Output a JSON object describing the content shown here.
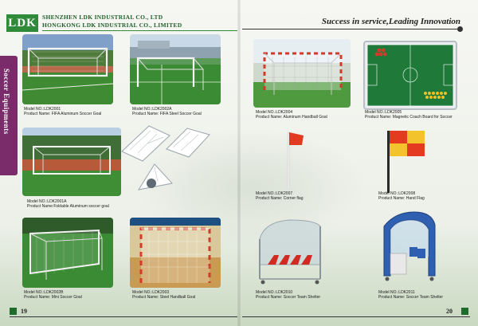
{
  "header": {
    "logo": "LDK",
    "company_cn": "SHENZHEN LDK INDUSTRIAL CO., LTD",
    "company_hk": "HONGKONG LDK INDUSTRIAL CO., LIMITED",
    "slogan": "Success in service,Leading Innovation"
  },
  "side_tab": {
    "label": "Soccer Equipments"
  },
  "products": [
    {
      "model": "Model NO.:LDK2001",
      "name": "Product Name: FIFA Aluminum Soccer Goal"
    },
    {
      "model": "Model NO.:LDK2002A",
      "name": "Product Name: FIFA Steel Soccer Goal"
    },
    {
      "model": "Model NO.:LDK2001A",
      "name": "Product Name:Foldable Aluminum soccer goal"
    },
    {
      "model": "Model NO.:LDK2002B",
      "name": "Product Name: Mini Soccer Goal"
    },
    {
      "model": "Model NO.:LDK2003",
      "name": "Product Name: Steel Handball Goal"
    },
    {
      "model": "Model NO.:LDK2004",
      "name": "Product Name: Aluminum Handball Goal"
    },
    {
      "model": "Model NO.:LDK2005",
      "name": "Product Name: Magnetic Coach Board for Soccer"
    },
    {
      "model": "Model NO.:LDK2007",
      "name": "Product Name: Corner flag"
    },
    {
      "model": "Model NO.:LDK2008",
      "name": "Product Name: Hand Flag"
    },
    {
      "model": "Model NO.:LDK2010",
      "name": "Product Name: Soccer Team Shelter"
    },
    {
      "model": "Model NO.:LDK2011",
      "name": "Product Name: Soccer Team Shelter"
    }
  ],
  "footer": {
    "page_left": "19",
    "page_right": "20"
  },
  "colors": {
    "brand_green": "#2f8a3a",
    "tab_purple": "#7a2c6a",
    "handball_red": "#d23a2a"
  }
}
